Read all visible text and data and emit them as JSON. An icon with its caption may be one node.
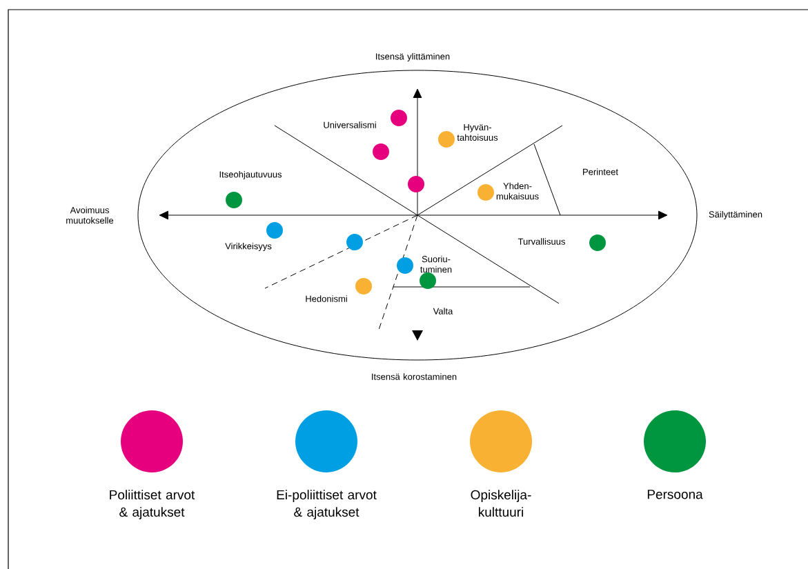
{
  "diagram": {
    "labels": [
      "Itsensä ylittäminen",
      "Universalismi",
      "Hyvän- tahtoisuus",
      "Perinteet",
      "Itseohjautuvuus",
      "Yhden- mukaisuus",
      "Avoimuus muutokselle",
      "Säilyttäminen",
      "Turvallisuus",
      "Virikkeisyys",
      "Suoriu- tuminen",
      "Hedonismi",
      "Valta",
      "Itsensä korostaminen"
    ],
    "legend": [
      {
        "text": "Poliittiset arvot & ajatukset",
        "color": "#e6007e"
      },
      {
        "text": "Ei-poliittiset arvot & ajatukset",
        "color": "#009fe3"
      },
      {
        "text": "Opiskelija- kulttuuri",
        "color": "#f8b133"
      },
      {
        "text": "Persoona",
        "color": "#009640"
      }
    ]
  }
}
